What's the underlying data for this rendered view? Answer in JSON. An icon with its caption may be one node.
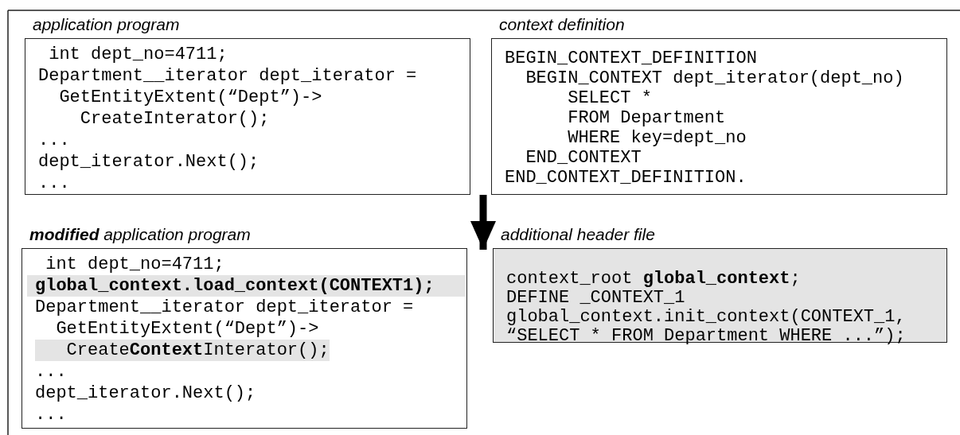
{
  "diagram": {
    "nodes": [
      {
        "text": [
          "application program",
          " int dept_no=4711;",
          "Department__iterator dept_iterator =",
          "  GetEntityExtent(“Dept”)->",
          "    CreateInterator();",
          "...",
          "dept_iterator.Next();",
          "..."
        ]
      },
      {
        "text": [
          "context definition",
          "BEGIN_CONTEXT_DEFINITION",
          "  BEGIN_CONTEXT dept_iterator(dept_no)",
          "      SELECT *",
          "      FROM Department",
          "      WHERE key=dept_no",
          "  END_CONTEXT",
          "END_CONTEXT_DEFINITION."
        ]
      },
      {
        "text": [
          "**modified** application program",
          " int dept_no=4711;",
          "**global_context.load_context(CONTEXT1);**",
          "Department__iterator dept_iterator =",
          "  GetEntityExtent(“Dept”)->",
          "   Create**Context**Interator();",
          "...",
          "dept_iterator.Next();",
          "..."
        ]
      },
      {
        "text": [
          "additional header file",
          "context_root **global_context**;",
          "DEFINE _CONTEXT_1",
          "global_context.init_context(CONTEXT_1,",
          "“SELECT * FROM Department WHERE ...”);"
        ]
      }
    ],
    "edges": [
      {
        "from": 1,
        "to": 3,
        "arrow": "to"
      }
    ]
  }
}
